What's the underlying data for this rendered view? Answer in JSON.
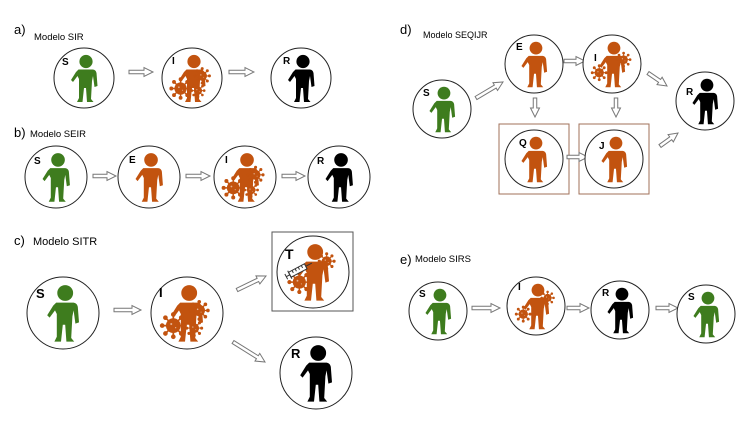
{
  "colors": {
    "susceptible": "#3e7c1e",
    "exposed": "#c2530f",
    "infected": "#c2530f",
    "recovered": "#000000",
    "virus": "#c2530f",
    "circle_stroke": "#222222",
    "box_stroke": "#555555",
    "box_stroke_brown": "#a0705a",
    "arrow_stroke": "#777777"
  },
  "icons": [
    "person-icon",
    "virus-icon",
    "syringe-icon",
    "arrow-icon"
  ],
  "panels": [
    {
      "id": "a",
      "letter": "a)",
      "title": "Modelo SIR",
      "nodes": [
        {
          "label": "S",
          "state": "susceptible"
        },
        {
          "label": "I",
          "state": "infected"
        },
        {
          "label": "R",
          "state": "recovered"
        }
      ]
    },
    {
      "id": "b",
      "letter": "b)",
      "title": "Modelo SEIR",
      "nodes": [
        {
          "label": "S",
          "state": "susceptible"
        },
        {
          "label": "E",
          "state": "exposed"
        },
        {
          "label": "I",
          "state": "infected"
        },
        {
          "label": "R",
          "state": "recovered"
        }
      ]
    },
    {
      "id": "c",
      "letter": "c)",
      "title": "Modelo SITR",
      "nodes": [
        {
          "label": "S",
          "state": "susceptible"
        },
        {
          "label": "I",
          "state": "infected"
        },
        {
          "label": "T",
          "state": "treated"
        },
        {
          "label": "R",
          "state": "recovered"
        }
      ]
    },
    {
      "id": "d",
      "letter": "d)",
      "title": "Modelo SEQIJR",
      "nodes": [
        {
          "label": "S",
          "state": "susceptible"
        },
        {
          "label": "E",
          "state": "exposed"
        },
        {
          "label": "I",
          "state": "infected"
        },
        {
          "label": "Q",
          "state": "quarantined"
        },
        {
          "label": "J",
          "state": "isolated"
        },
        {
          "label": "R",
          "state": "recovered"
        }
      ]
    },
    {
      "id": "e",
      "letter": "e)",
      "title": "Modelo SIRS",
      "nodes": [
        {
          "label": "S",
          "state": "susceptible"
        },
        {
          "label": "I",
          "state": "infected"
        },
        {
          "label": "R",
          "state": "recovered"
        },
        {
          "label": "S",
          "state": "susceptible"
        }
      ]
    }
  ]
}
